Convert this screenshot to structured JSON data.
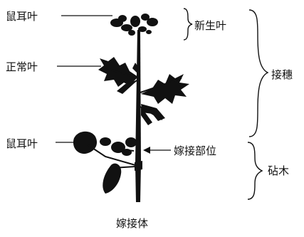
{
  "labels": {
    "top_mouse_ear_leaf": "鼠耳叶",
    "new_leaf": "新生叶",
    "normal_leaf": "正常叶",
    "scion": "接穗",
    "bottom_mouse_ear_leaf": "鼠耳叶",
    "graft_site": "嫁接部位",
    "rootstock": "砧木"
  },
  "caption": "嫁接体",
  "colors": {
    "ink": "#111111",
    "background": "#ffffff"
  }
}
